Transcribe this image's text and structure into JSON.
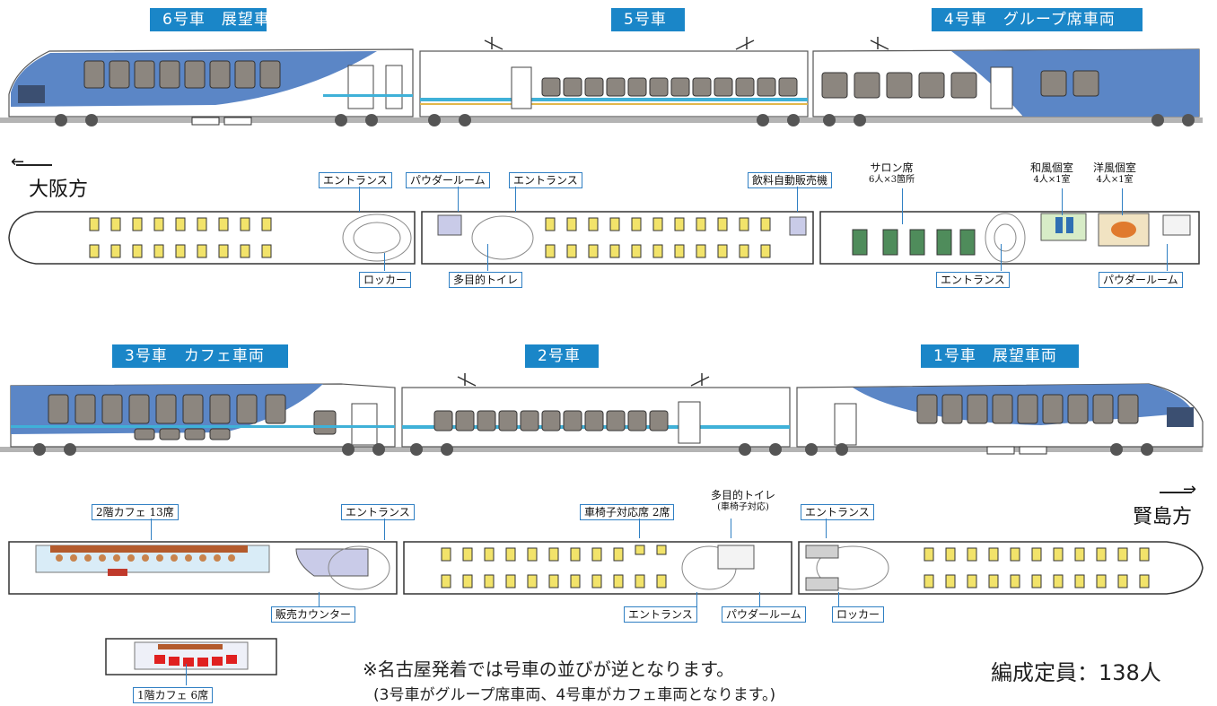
{
  "colors": {
    "title_bg": "#1a86c8",
    "car_blue": "#5b86c6",
    "seat_yellow": "#f2e36a",
    "stripe": "#3fb1d8"
  },
  "row1": {
    "car6": "6号車　展望車両",
    "car5": "5号車",
    "car4": "4号車　グループ席車両"
  },
  "row2": {
    "car3": "3号車　カフェ車両",
    "car2": "2号車",
    "car1": "1号車　展望車両"
  },
  "direction": {
    "left": "大阪方",
    "right": "賢島方"
  },
  "labels_top": {
    "entrance_a": "エントランス",
    "powder_a": "パウダールーム",
    "entrance_b": "エントランス",
    "vending": "飲料自動販売機",
    "salon_line1": "サロン席",
    "salon_line2": "6人×3箇所",
    "japanese_line1": "和風個室",
    "japanese_line2": "4人×1室",
    "western_line1": "洋風個室",
    "western_line2": "4人×1室",
    "locker": "ロッカー",
    "toilet": "多目的トイレ",
    "entrance_c": "エントランス",
    "powder_b": "パウダールーム"
  },
  "labels_bottom": {
    "cafe2f": "2階カフェ 13席",
    "entrance_d": "エントランス",
    "wheelchair": "車椅子対応席 2席",
    "toilet_line1": "多目的トイレ",
    "toilet_line2": "(車椅子対応)",
    "entrance_e": "エントランス",
    "counter": "販売カウンター",
    "entrance_f": "エントランス",
    "powder_c": "パウダールーム",
    "locker": "ロッカー",
    "cafe1f": "1階カフェ 6席"
  },
  "notes": {
    "line1": "※名古屋発着では号車の並びが逆となります。",
    "line2": "(3号車がグループ席車両、4号車がカフェ車両となります。)"
  },
  "capacity": "編成定員：138人"
}
